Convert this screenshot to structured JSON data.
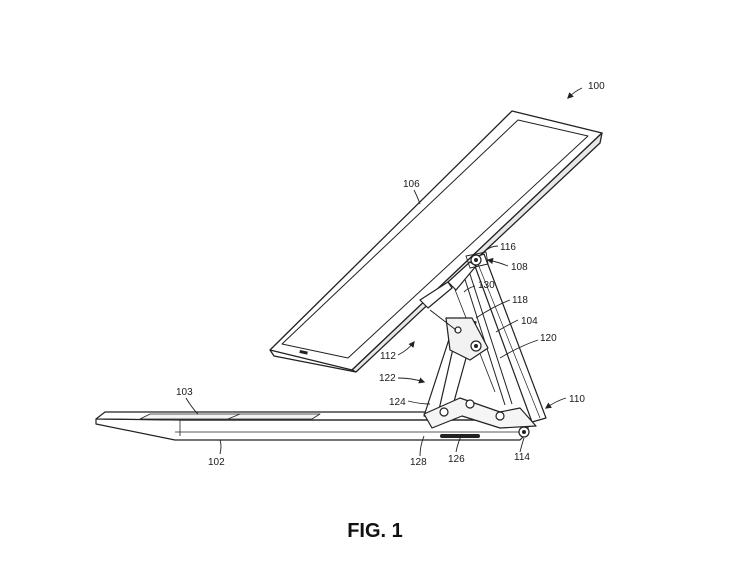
{
  "figure": {
    "caption": "FIG. 1",
    "reference_numerals": {
      "device": "100",
      "base": "102",
      "keyboard": "103",
      "support_arm": "104",
      "display": "106",
      "upper_pivot": "108",
      "lower_hinge": "110",
      "front_linkage": "112",
      "hinge_pin": "114",
      "upper_pin": "116",
      "middle_link": "118",
      "rear_strut": "120",
      "linkage_assembly": "122",
      "lower_link": "124",
      "base_link": "126",
      "foot": "128",
      "center_rod": "130"
    }
  }
}
